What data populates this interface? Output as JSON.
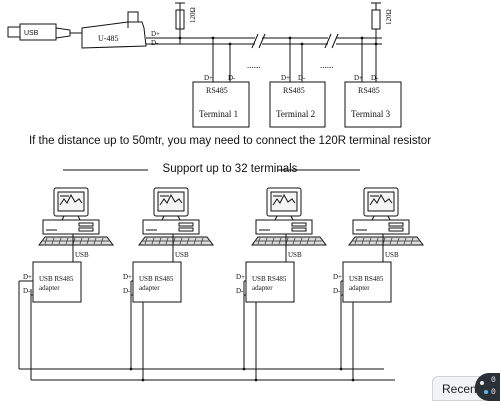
{
  "top": {
    "usb_label": "USB",
    "converter_label": "U-485",
    "line_plus": "D+",
    "line_minus": "D-",
    "resistor_label": "120Ω",
    "ellipsis": "......",
    "terminals": [
      {
        "pin_plus": "D+",
        "pin_minus": "D-",
        "protocol": "RS485",
        "name": "Terminal 1"
      },
      {
        "pin_plus": "D+",
        "pin_minus": "D-",
        "protocol": "RS485",
        "name": "Terminal 2"
      },
      {
        "pin_plus": "D+",
        "pin_minus": "D-",
        "protocol": "RS485",
        "name": "Terminal 3"
      }
    ]
  },
  "notes": {
    "distance": "If the distance up to 50mtr,  you may need to connect the 120R terminal resistor",
    "support": "Support up to 32 terminals"
  },
  "bottom": {
    "nodes": [
      {
        "usb_label": "USB",
        "adapter_line1": "USB RS485",
        "adapter_line2": "adapter",
        "pin_plus": "D+",
        "pin_minus": "D-"
      },
      {
        "usb_label": "USB",
        "adapter_line1": "USB RS485",
        "adapter_line2": "adapter",
        "pin_plus": "D+",
        "pin_minus": "D-"
      },
      {
        "usb_label": "USB",
        "adapter_line1": "USB RS485",
        "adapter_line2": "adapter",
        "pin_plus": "D+",
        "pin_minus": "D-"
      },
      {
        "usb_label": "USB",
        "adapter_line1": "USB RS485",
        "adapter_line2": "adapter",
        "pin_plus": "D+",
        "pin_minus": "D-"
      }
    ]
  },
  "overlay": {
    "recent_label": "Recent",
    "badge_top": "0",
    "badge_bottom": "0"
  }
}
